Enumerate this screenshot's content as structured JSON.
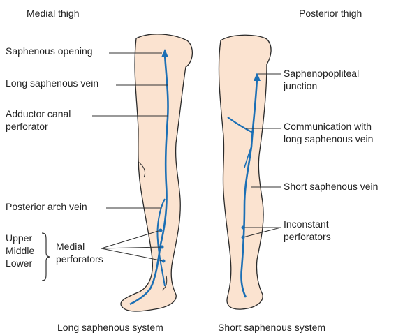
{
  "headers": {
    "medial": "Medial thigh",
    "posterior": "Posterior thigh"
  },
  "left_labels": {
    "saphenous_opening": "Saphenous opening",
    "long_saphenous_vein": "Long saphenous vein",
    "adductor_canal": "Adductor canal\nperforator",
    "posterior_arch": "Posterior arch vein",
    "upper_middle_lower": "Upper\nMiddle\nLower",
    "medial_perforators": "Medial\nperforators"
  },
  "right_labels": {
    "saphenopopliteal": "Saphenopopliteal\njunction",
    "communication": "Communication with\nlong saphenous vein",
    "short_saphenous_vein": "Short saphenous vein",
    "inconstant": "Inconstant\nperforators"
  },
  "captions": {
    "left": "Long saphenous system",
    "right": "Short saphenous system"
  },
  "colors": {
    "skin": "#fbe3d0",
    "outline": "#2a2a2a",
    "vein": "#1b6fb5"
  }
}
